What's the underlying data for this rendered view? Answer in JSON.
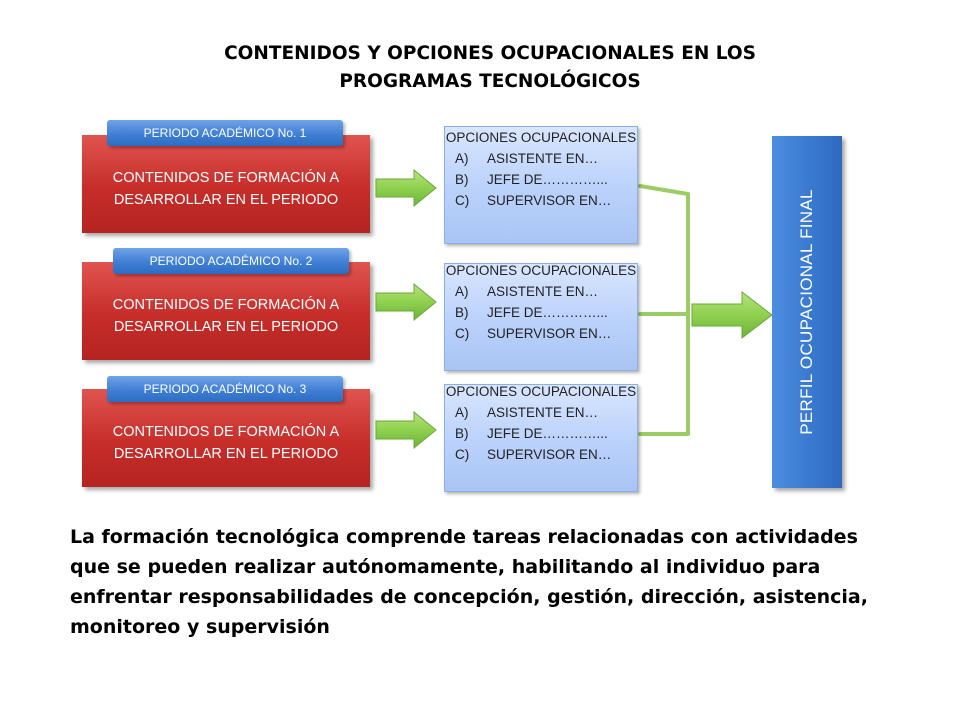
{
  "title": {
    "line1": "CONTENIDOS Y OPCIONES OCUPACIONALES EN LOS",
    "line2": "PROGRAMAS TECNOLÓGICOS"
  },
  "periods": [
    {
      "tab": "PERIODO ACADÉMICO No. 1",
      "content": "CONTENIDOS DE FORMACIÓN A DESARROLLAR EN EL PERIODO",
      "options": {
        "heading": "OPCIONES OCUPACIONALES",
        "items": [
          {
            "key": "A)",
            "text": "ASISTENTE  EN…"
          },
          {
            "key": "B)",
            "text": "JEFE DE…………..."
          },
          {
            "key": "C)",
            "text": "SUPERVISOR EN…"
          }
        ]
      }
    },
    {
      "tab": "PERIODO ACADÉMICO No. 2",
      "content": "CONTENIDOS DE FORMACIÓN A DESARROLLAR EN EL PERIODO",
      "options": {
        "heading": "OPCIONES OCUPACIONALES",
        "items": [
          {
            "key": "A)",
            "text": "ASISTENTE  EN…"
          },
          {
            "key": "B)",
            "text": "JEFE DE…………..."
          },
          {
            "key": "C)",
            "text": "SUPERVISOR EN…"
          }
        ]
      }
    },
    {
      "tab": "PERIODO ACADÉMICO No. 3",
      "content": "CONTENIDOS DE FORMACIÓN A DESARROLLAR EN EL PERIODO",
      "options": {
        "heading": "OPCIONES OCUPACIONALES",
        "items": [
          {
            "key": "A)",
            "text": "ASISTENTE  EN…"
          },
          {
            "key": "B)",
            "text": "JEFE DE…………..."
          },
          {
            "key": "C)",
            "text": "SUPERVISOR EN…"
          }
        ]
      }
    }
  ],
  "perfil": "PERFIL OCUPACIONAL FINAL",
  "paragraph": "La formación tecnológica comprende tareas relacionadas con actividades  que se pueden realizar autónomamente, habilitando al individuo para enfrentar responsabilidades de concepción, gestión, dirección, asistencia, monitoreo y supervisión",
  "colors": {
    "red_box": "#c62d29",
    "blue_tab": "#3f7fd4",
    "light_blue_box": "#bcd3fb",
    "perfil_bar": "#3a7bd1",
    "arrow_green": "#8fd14f",
    "connector_green": "#9ccc65"
  }
}
